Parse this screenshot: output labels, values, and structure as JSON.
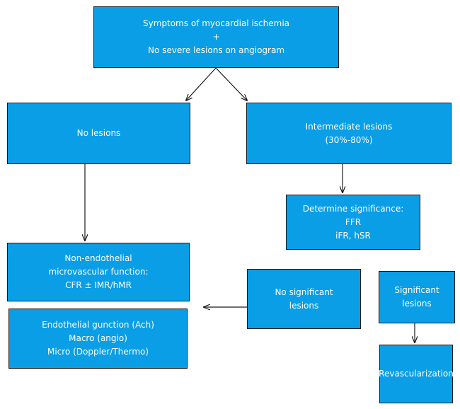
{
  "colors": {
    "box_fill": "#0a9ee6",
    "box_border": "#1a1a1a",
    "text": "#ffffff",
    "arrow": "#1a1a1a"
  },
  "nodes": {
    "top": {
      "lines": [
        "Symptoms of myocardial ischemia",
        "+",
        "No severe lesions on angiogram"
      ]
    },
    "no_lesions": {
      "lines": [
        "No lesions"
      ]
    },
    "intermediate": {
      "lines": [
        "Intermediate lesions",
        "(30%-80%)"
      ]
    },
    "significance": {
      "lines": [
        "Determine significance:",
        "FFR",
        "iFR, hSR"
      ]
    },
    "non_endothelial": {
      "lines": [
        "Non-endothelial",
        "microvascular function:",
        "CFR ± IMR/hMR"
      ]
    },
    "endothelial": {
      "lines": [
        "Endothelial gunction (Ach)",
        "Macro (angio)",
        "Micro (Doppler/Thermo)"
      ]
    },
    "no_significant": {
      "lines": [
        "No significant",
        "lesions"
      ]
    },
    "significant": {
      "lines": [
        "Significant",
        "lesions"
      ]
    },
    "revascularization": {
      "lines": [
        "Revascularization"
      ]
    }
  },
  "edges": [
    {
      "from": "top",
      "to": "no_lesions"
    },
    {
      "from": "top",
      "to": "intermediate"
    },
    {
      "from": "intermediate",
      "to": "significance"
    },
    {
      "from": "no_lesions",
      "to": "non_endothelial"
    },
    {
      "from": "no_significant",
      "to": "endothelial"
    },
    {
      "from": "significant",
      "to": "revascularization"
    }
  ]
}
